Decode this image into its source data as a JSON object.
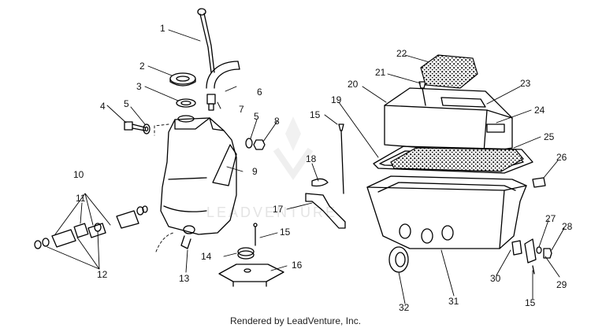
{
  "callouts": [
    {
      "id": "c1",
      "text": "1"
    },
    {
      "id": "c2",
      "text": "2"
    },
    {
      "id": "c3",
      "text": "3"
    },
    {
      "id": "c4",
      "text": "4"
    },
    {
      "id": "c5a",
      "text": "5"
    },
    {
      "id": "c5b",
      "text": "5"
    },
    {
      "id": "c6",
      "text": "6"
    },
    {
      "id": "c7",
      "text": "7"
    },
    {
      "id": "c8",
      "text": "8"
    },
    {
      "id": "c9",
      "text": "9"
    },
    {
      "id": "c10",
      "text": "10"
    },
    {
      "id": "c11",
      "text": "11"
    },
    {
      "id": "c12",
      "text": "12"
    },
    {
      "id": "c13",
      "text": "13"
    },
    {
      "id": "c14",
      "text": "14"
    },
    {
      "id": "c15a",
      "text": "15"
    },
    {
      "id": "c15b",
      "text": "15"
    },
    {
      "id": "c15c",
      "text": "15"
    },
    {
      "id": "c16",
      "text": "16"
    },
    {
      "id": "c17",
      "text": "17"
    },
    {
      "id": "c18",
      "text": "18"
    },
    {
      "id": "c19",
      "text": "19"
    },
    {
      "id": "c20",
      "text": "20"
    },
    {
      "id": "c21",
      "text": "21"
    },
    {
      "id": "c22",
      "text": "22"
    },
    {
      "id": "c23",
      "text": "23"
    },
    {
      "id": "c24",
      "text": "24"
    },
    {
      "id": "c25",
      "text": "25"
    },
    {
      "id": "c26",
      "text": "26"
    },
    {
      "id": "c27",
      "text": "27"
    },
    {
      "id": "c28",
      "text": "28"
    },
    {
      "id": "c29",
      "text": "29"
    },
    {
      "id": "c30",
      "text": "30"
    },
    {
      "id": "c31",
      "text": "31"
    },
    {
      "id": "c32",
      "text": "32"
    }
  ],
  "watermark": "LEADVENTURE",
  "footer": "Rendered by LeadVenture, Inc."
}
